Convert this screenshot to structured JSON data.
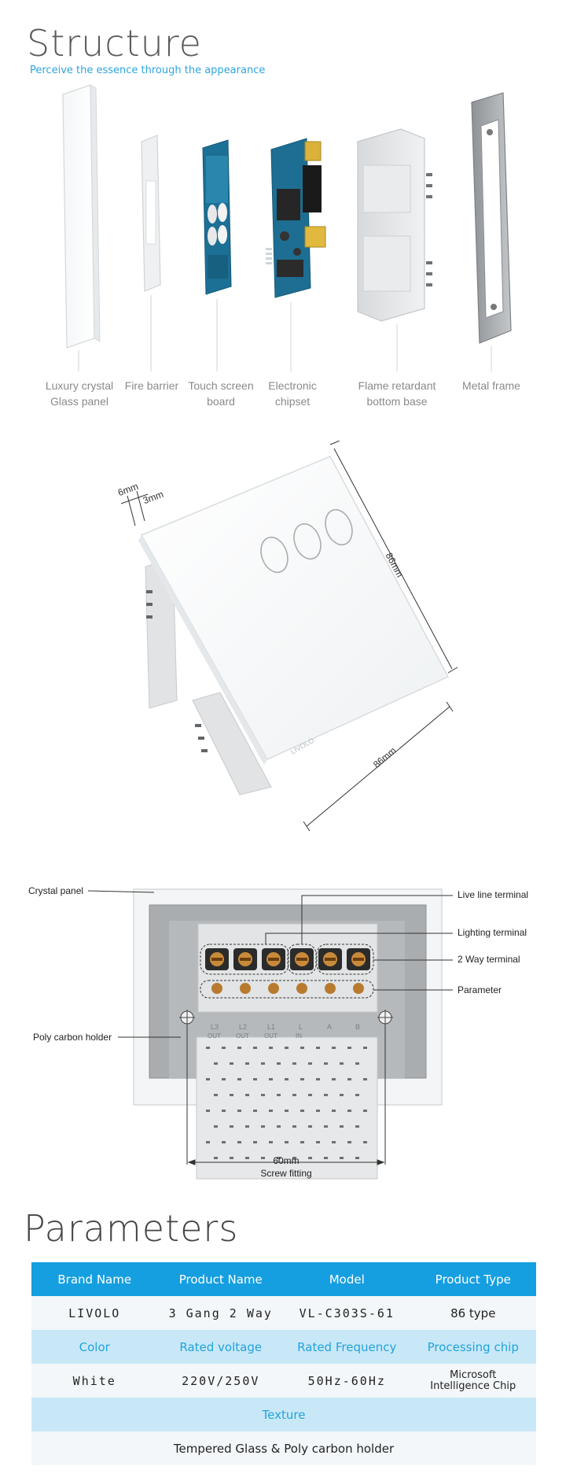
{
  "structure": {
    "title": "Structure",
    "subtitle": "Perceive the essence  through the appearance",
    "parts": [
      {
        "label": "Luxury crystal\nGlass panel",
        "icon": "glass-panel-icon"
      },
      {
        "label": "Fire barrier",
        "icon": "fire-barrier-icon"
      },
      {
        "label": "Touch screen\nboard",
        "icon": "touch-board-icon"
      },
      {
        "label": "Electronic\nchipset",
        "icon": "chipset-icon"
      },
      {
        "label": "Flame retardant\nbottom base",
        "icon": "bottom-base-icon"
      },
      {
        "label": "Metal frame",
        "icon": "metal-frame-icon"
      }
    ]
  },
  "dimensions": {
    "depth_outer": "6mm",
    "depth_glass": "3mm",
    "height": "86mm",
    "width": "86mm",
    "brand_mark": "LIVOLO"
  },
  "back_view": {
    "callouts": {
      "crystal_panel": "Crystal panel",
      "poly_carbon_holder": "Poly carbon holder",
      "live_line_terminal": "Live line terminal",
      "lighting_terminal": "Lighting terminal",
      "two_way_terminal": "2 Way terminal",
      "parameter": "Parameter"
    },
    "terminal_marks": [
      "L3",
      "L2",
      "L1",
      "L",
      "A",
      "B"
    ],
    "terminal_sub": [
      "OUT",
      "OUT",
      "OUT",
      "IN",
      "",
      ""
    ],
    "screw_distance": "60mm",
    "screw_label": "Screw fitting"
  },
  "parameters": {
    "title": "Parameters",
    "header": [
      "Brand Name",
      "Product Name",
      "Model",
      "Product Type"
    ],
    "row1": [
      "LIVOLO",
      "3 Gang 2 Way",
      "VL-C303S-61",
      "86 type"
    ],
    "labels2": [
      "Color",
      "Rated voltage",
      "Rated Frequency",
      "Processing chip"
    ],
    "row2": [
      "White",
      "220V/250V",
      "50Hz-60Hz",
      "Microsoft\nIntelligence Chip"
    ],
    "texture_label": "Texture",
    "texture_value": "Tempered Glass & Poly carbon holder"
  },
  "colors": {
    "accent": "#169fe0",
    "label_band": "#c9e8f7",
    "pcb_blue": "#1c6f95",
    "base_gray": "#e4e6e7"
  }
}
